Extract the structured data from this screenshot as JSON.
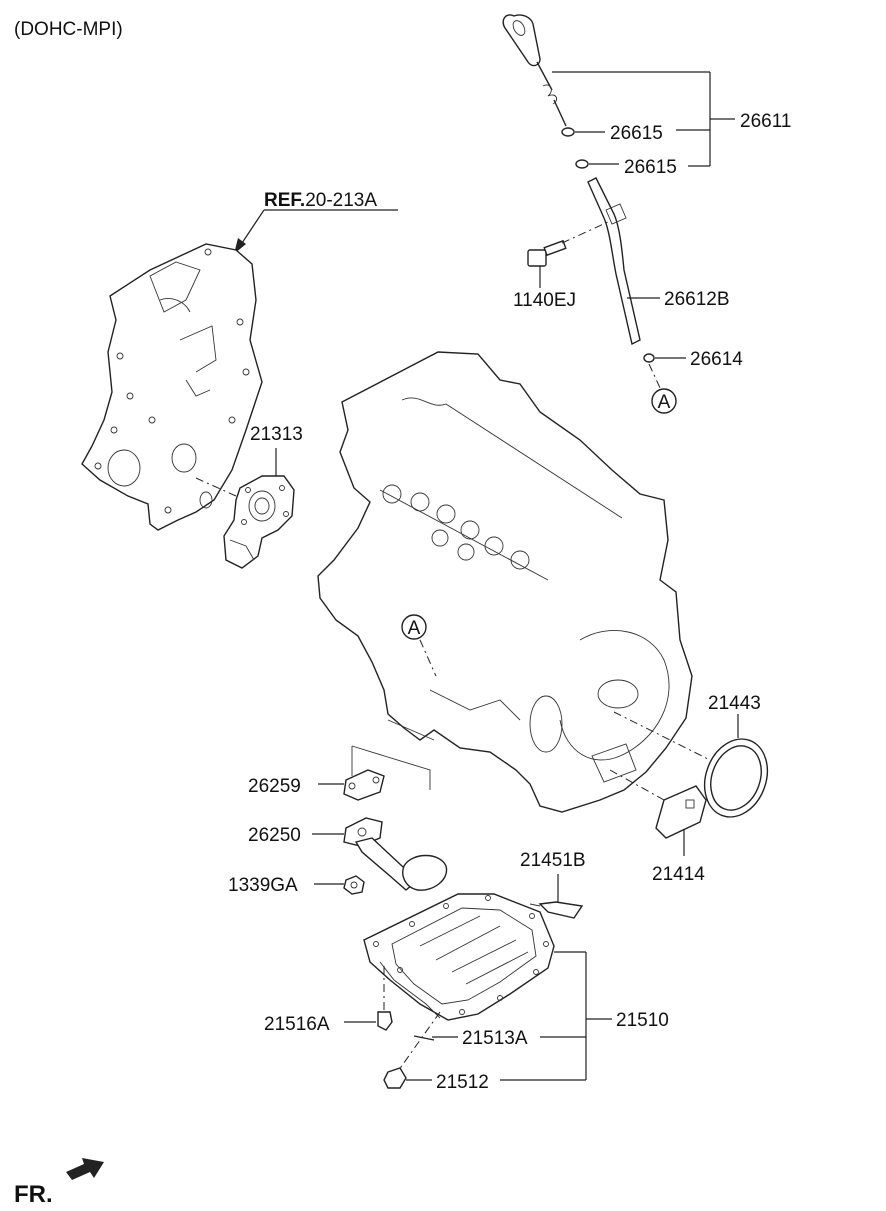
{
  "header": {
    "variant": "(DOHC-MPI)"
  },
  "reference": {
    "prefix": "REF.",
    "number": "20-213A"
  },
  "callouts": {
    "a_top": "A",
    "a_block": "A"
  },
  "parts": {
    "p26611": "26611",
    "p26615_1": "26615",
    "p26615_2": "26615",
    "p1140EJ": "1140EJ",
    "p26612B": "26612B",
    "p26614": "26614",
    "p21313": "21313",
    "p21443": "21443",
    "p26259": "26259",
    "p26250": "26250",
    "p21451B": "21451B",
    "p21414": "21414",
    "p1339GA": "1339GA",
    "p21510": "21510",
    "p21516A": "21516A",
    "p21513A": "21513A",
    "p21512": "21512"
  },
  "footer": {
    "direction": "FR."
  }
}
